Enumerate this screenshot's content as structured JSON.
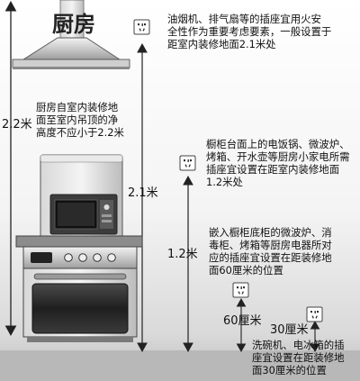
{
  "title": "厨房",
  "notes": {
    "hood": "油烟机、排气扇等的插座宜用火安\n全性作为重要考虑要素，一般设置于\n距室内装修地面2.1米处",
    "ceiling": "厨房自室内装修地\n面至室内吊顶的净\n高度不应小于2.2米",
    "counter": "橱柜台面上的电饭锅、微波炉、\n烤箱、开水壶等厨房小家电所需\n插座宜设置在距室内装修地面\n1.2米处",
    "cabinet": "嵌入橱柜底柜的微波炉、消\n毒柜、烤箱等厨房电器所对\n应的插座宜设置在距装修地\n面60厘米的位置",
    "washer": "洗碗机、电冰箱的插\n座宜设置在距装修地\n面30厘米的位置"
  },
  "dimensions": {
    "ceiling": "2.2米",
    "hood": "2.1米",
    "counter": "1.2米",
    "cabinet": "60厘米",
    "washer": "30厘米"
  },
  "colors": {
    "title": "#222222",
    "outline": "#333333",
    "oven_door": "#2a2a2a",
    "steel": "#bdbdbd"
  },
  "icons": [
    "range-hood-icon",
    "microwave-icon",
    "oven-icon",
    "wall-outlet-icon"
  ]
}
